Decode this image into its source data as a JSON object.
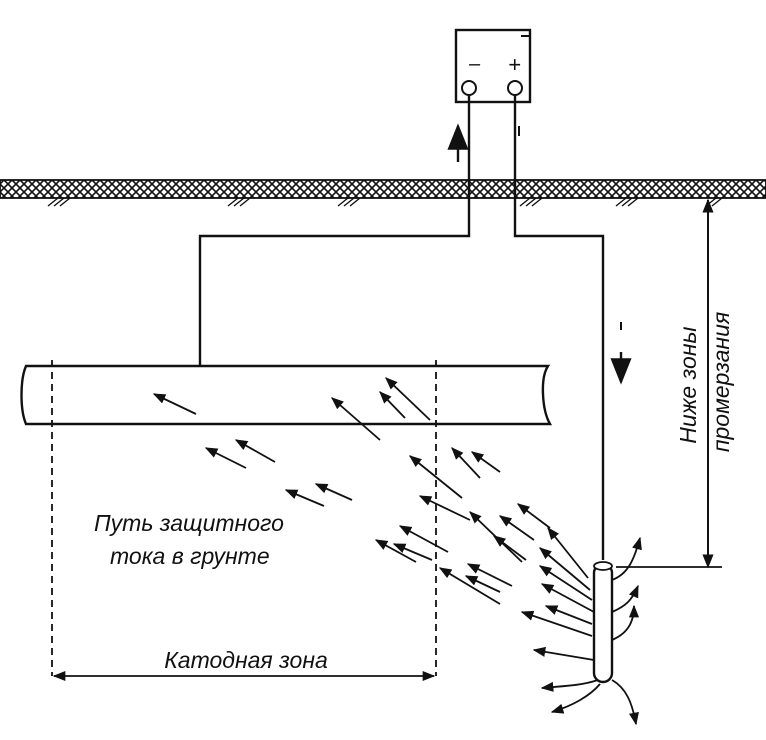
{
  "source": {
    "minus_label": "–",
    "plus_label": "+"
  },
  "labels": {
    "current_path": [
      "Путь защитного",
      "тока в грунте"
    ],
    "cathode_zone": "Катодная зона",
    "frost_zone": [
      "Ниже зоны",
      "промерзания"
    ]
  }
}
